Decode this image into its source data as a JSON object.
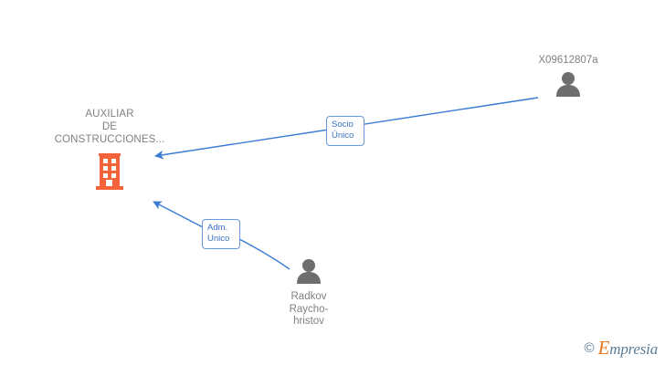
{
  "diagram": {
    "type": "corporate-relationship-graph",
    "background_color": "#FFFFFF",
    "company": {
      "name": "AUXILIAR\nDE\nCONSTRUCCIONES...",
      "icon": "building-icon",
      "icon_color": "#F4633A",
      "text_color": "#808080"
    },
    "persons": [
      {
        "id": "person-top-right",
        "name": "X09612807a",
        "icon": "person-icon",
        "icon_color": "#6E6E6E",
        "text_color": "#808080"
      },
      {
        "id": "person-bottom",
        "name": "Radkov\nRaycho-\nhristov",
        "icon": "person-icon",
        "icon_color": "#6E6E6E",
        "text_color": "#808080"
      }
    ],
    "relations": [
      {
        "id": "relation-socio-unico",
        "label": "Socio\nÚnico",
        "from": "person-top-right",
        "to": "company",
        "edge_color": "#3A7BD5",
        "border_color": "#6699DD",
        "text_color": "#3A6FC4"
      },
      {
        "id": "relation-adm-unico",
        "label": "Adm.\nUnico",
        "from": "person-bottom",
        "to": "company",
        "edge_color": "#3A7BD5",
        "border_color": "#6699DD",
        "text_color": "#3A6FC4"
      }
    ]
  },
  "watermark": {
    "copyright": "©",
    "brand_first_letter": "E",
    "brand_rest": "mpresia",
    "accent_color": "#E8761B",
    "text_color": "#5B7C96"
  }
}
